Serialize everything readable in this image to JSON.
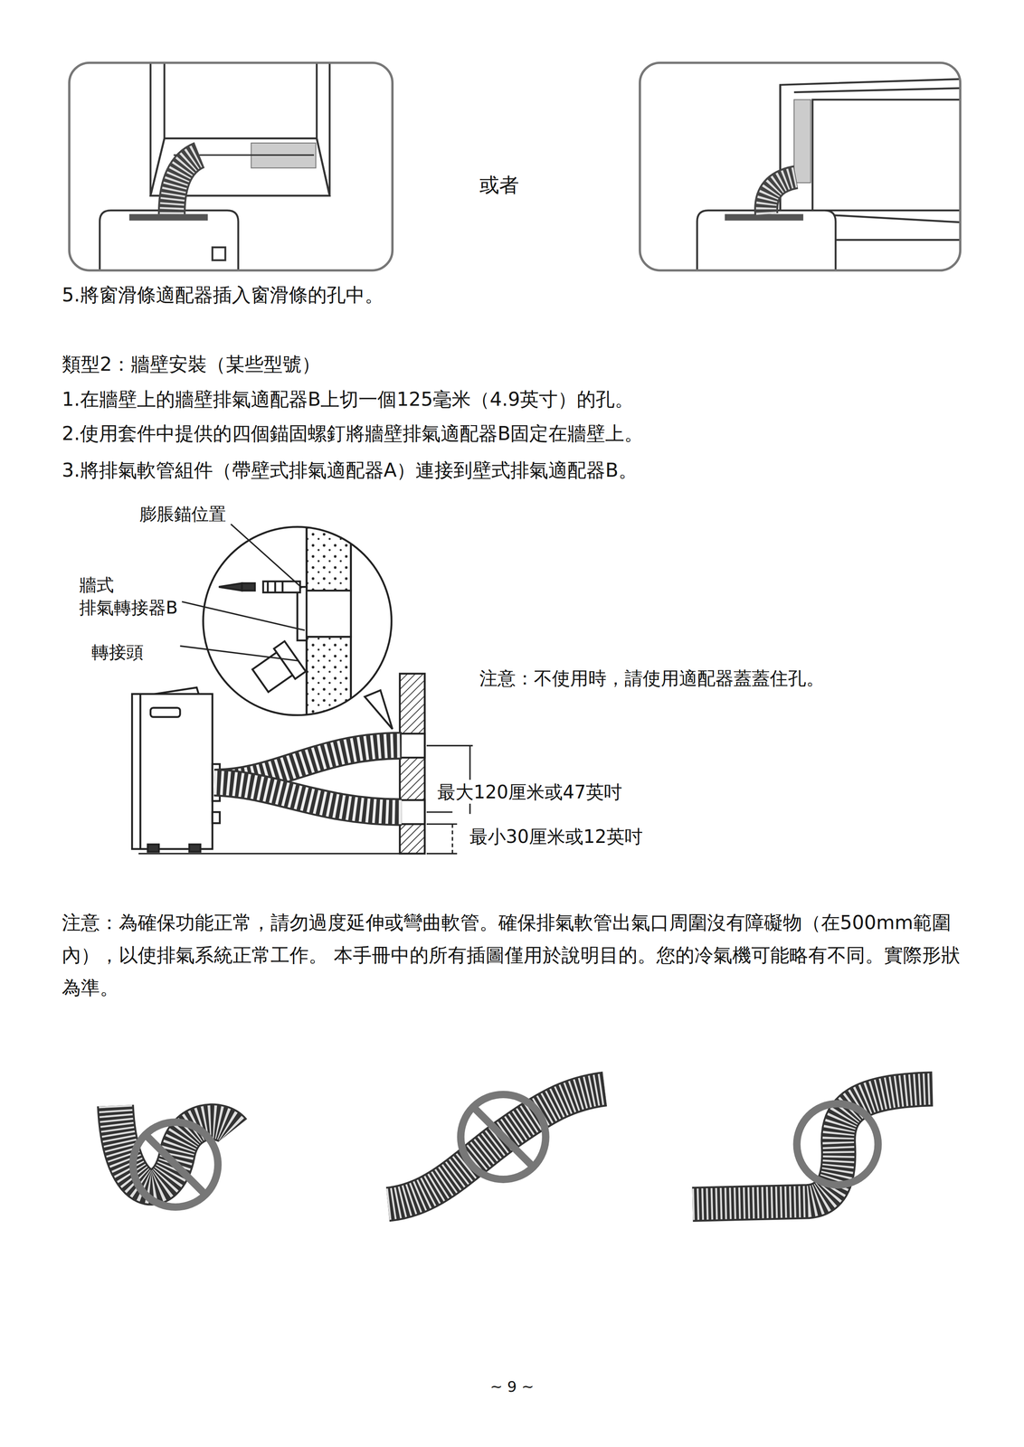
{
  "diagram": {
    "labels": [
      "或者",
      "5.將窗滑條適配器插入窗滑條的孔中。",
      "類型2：牆壁安裝（某些型號）",
      "1.在牆壁上的牆壁排氣適配器B上切一個125毫米（4.9英寸）的孔。",
      "2.使用套件中提供的四個錨固螺釘將牆壁排氣適配器B固定在牆壁上。",
      "3.將排氣軟管組件（帶壁式排氣適配器A）連接到壁式排氣適配器B。",
      "膨脹錨位置",
      "牆式 排氣轉接器B",
      "轉接頭",
      "注意：不使用時，請使用適配器蓋蓋住孔。",
      "最大120厘米或47英吋",
      "最小30厘米或12英吋",
      "注意：為確保功能正常，請勿過度延伸或彎曲軟管。確保排氣軟管出氣口周圍沒有障礙物（在500mm範圍內），以使排氣系統正常工作。 本手冊中的所有插圖僅用於說明目的。您的冷氣機可能略有不同。實際形狀為準。",
      "~ 9 ~"
    ]
  }
}
